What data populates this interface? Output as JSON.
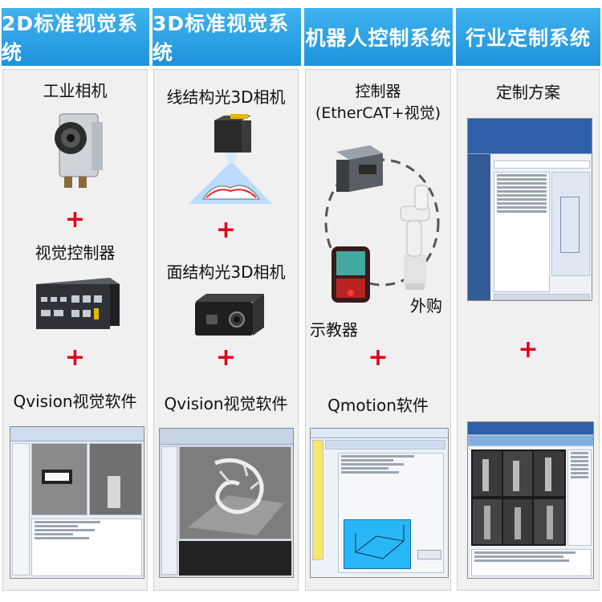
{
  "headers": [
    "2D标准视觉系统",
    "3D标准视觉系统",
    "机器人控制系统",
    "行业定制系统"
  ],
  "col1": {
    "camera": "工业相机",
    "controller": "视觉控制器",
    "software": "Qvision视觉软件"
  },
  "col2": {
    "line_camera": "线结构光3D相机",
    "area_camera": "面结构光3D相机",
    "software": "Qvision视觉软件"
  },
  "col3": {
    "controller": "控制器(EtherCAT+视觉)",
    "outsourced": "外购",
    "pendant": "示教器",
    "software": "Qmotion软件"
  },
  "col4": {
    "plan": "定制方案"
  },
  "plus_sign": "+"
}
